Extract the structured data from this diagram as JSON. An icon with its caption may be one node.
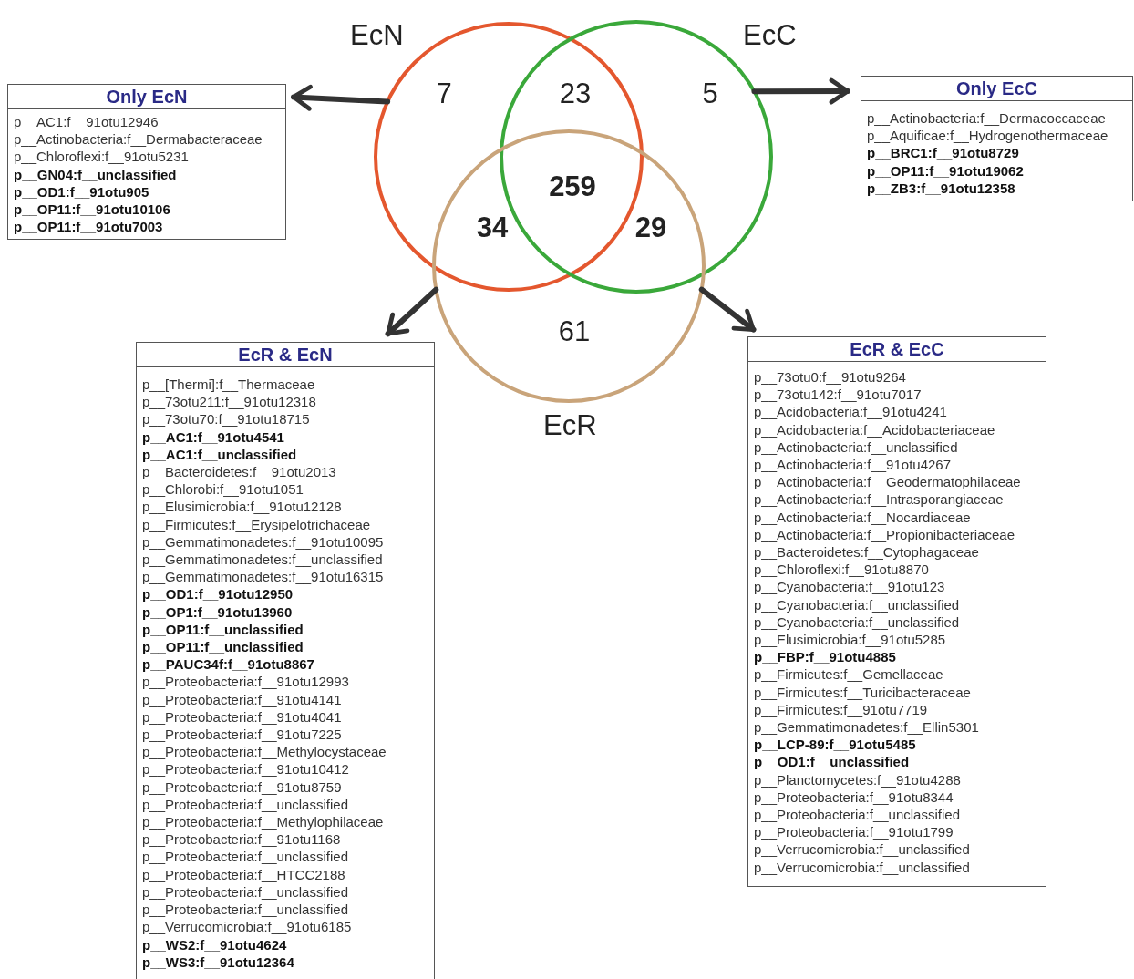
{
  "diagram": {
    "nodes": [
      {
        "text": [
          "EcN"
        ]
      },
      {
        "text": [
          "EcC"
        ]
      },
      {
        "text": [
          "EcR"
        ]
      },
      {
        "text": [
          "Only EcN",
          "p__AC1:f__91otu12946",
          "p__Actinobacteria:f__Dermabacteraceae",
          "p__Chloroflexi:f__91otu5231",
          "**p__GN04:f__unclassified**",
          "**p__OD1:f__91otu905**",
          "**p__OP11:f__91otu10106**",
          "**p__OP11:f__91otu7003**"
        ]
      },
      {
        "text": [
          "Only EcC",
          "p__Actinobacteria:f__Dermacoccaceae",
          "p__Aquificae:f__Hydrogenothermaceae",
          "**p__BRC1:f__91otu8729**",
          "**p__OP11:f__91otu19062**",
          "**p__ZB3:f__91otu12358**"
        ]
      },
      {
        "text": [
          "EcR & EcN",
          "p__[Thermi]:f__Thermaceae",
          "p__73otu211:f__91otu12318",
          "p__73otu70:f__91otu18715",
          "**p__AC1:f__91otu4541**",
          "**p__AC1:f__unclassified**",
          "p__Bacteroidetes:f__91otu2013",
          "p__Chlorobi:f__91otu1051",
          "p__Elusimicrobia:f__91otu12128",
          "p__Firmicutes:f__Erysipelotrichaceae",
          "p__Gemmatimonadetes:f__91otu10095",
          "p__Gemmatimonadetes:f__unclassified",
          "p__Gemmatimonadetes:f__91otu16315",
          "**p__OD1:f__91otu12950**",
          "**p__OP1:f__91otu13960**",
          "**p__OP11:f__unclassified**",
          "**p__OP11:f__unclassified**",
          "**p__PAUC34f:f__91otu8867**",
          "p__Proteobacteria:f__91otu12993",
          "p__Proteobacteria:f__91otu4141",
          "p__Proteobacteria:f__91otu4041",
          "p__Proteobacteria:f__91otu7225",
          "p__Proteobacteria:f__Methylocystaceae",
          "p__Proteobacteria:f__91otu10412",
          "p__Proteobacteria:f__91otu8759",
          "p__Proteobacteria:f__unclassified",
          "p__Proteobacteria:f__Methylophilaceae",
          "p__Proteobacteria:f__91otu1168",
          "p__Proteobacteria:f__unclassified",
          "p__Proteobacteria:f__HTCC2188",
          "p__Proteobacteria:f__unclassified",
          "p__Proteobacteria:f__unclassified",
          "p__Verrucomicrobia:f__91otu6185",
          "**p__WS2:f__91otu4624**",
          "**p__WS3:f__91otu12364**"
        ]
      },
      {
        "text": [
          "EcR & EcC",
          "p__73otu0:f__91otu9264",
          "p__73otu142:f__91otu7017",
          "p__Acidobacteria:f__91otu4241",
          "p__Acidobacteria:f__Acidobacteriaceae",
          "p__Actinobacteria:f__unclassified",
          "p__Actinobacteria:f__91otu4267",
          "p__Actinobacteria:f__Geodermatophilaceae",
          "p__Actinobacteria:f__Intrasporangiaceae",
          "p__Actinobacteria:f__Nocardiaceae",
          "p__Actinobacteria:f__Propionibacteriaceae",
          "p__Bacteroidetes:f__Cytophagaceae",
          "p__Chloroflexi:f__91otu8870",
          "p__Cyanobacteria:f__91otu123",
          "p__Cyanobacteria:f__unclassified",
          "p__Cyanobacteria:f__unclassified",
          "p__Elusimicrobia:f__91otu5285",
          "**p__FBP:f__91otu4885**",
          "p__Firmicutes:f__Gemellaceae",
          "p__Firmicutes:f__Turicibacteraceae",
          "p__Firmicutes:f__91otu7719",
          "p__Gemmatimonadetes:f__Ellin5301",
          "**p__LCP-89:f__91otu5485**",
          "**p__OD1:f__unclassified**",
          "p__Planctomycetes:f__91otu4288",
          "p__Proteobacteria:f__91otu8344",
          "p__Proteobacteria:f__unclassified",
          "p__Proteobacteria:f__91otu1799",
          "p__Verrucomicrobia:f__unclassified",
          "p__Verrucomicrobia:f__unclassified"
        ]
      }
    ],
    "edges": [
      {
        "from": 0,
        "to": 3,
        "arrow": "to"
      },
      {
        "from": 1,
        "to": 4,
        "arrow": "to"
      },
      {
        "from": 2,
        "to": 5,
        "arrow": "to"
      },
      {
        "from": 2,
        "to": 6,
        "arrow": "to"
      }
    ],
    "labels": [
      "7",
      "23",
      "5",
      "259",
      "34",
      "29",
      "61"
    ]
  }
}
